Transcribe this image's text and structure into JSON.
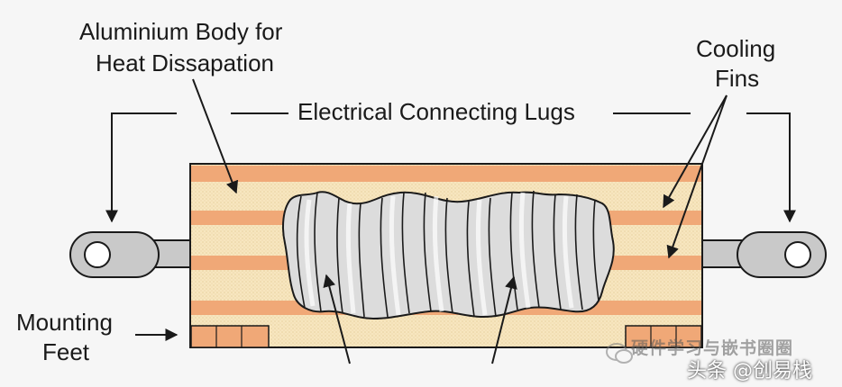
{
  "labels": {
    "aluminium_line1": "Aluminium Body for",
    "aluminium_line2": "Heat Dissapation",
    "lugs": "Electrical Connecting Lugs",
    "fins_line1": "Cooling",
    "fins_line2": "Fins",
    "feet_line1": "Mounting",
    "feet_line2": "Feet"
  },
  "watermark": {
    "line1": "硬件学习与嵌书圈圈",
    "line2": "头条 @创易栈"
  },
  "colors": {
    "copper": "#f0a877",
    "body_fill": "#f6e2b8",
    "winding": "#d8d8d8",
    "lug": "#c8c8c8",
    "outline": "#1a1a1a"
  },
  "icons": {
    "watermark_logo": "wechat-logo-icon"
  }
}
